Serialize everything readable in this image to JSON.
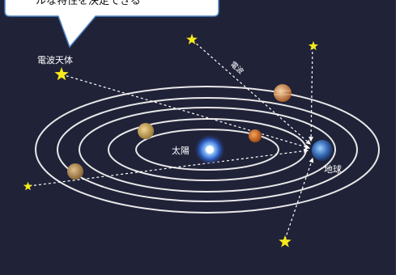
{
  "callout": {
    "text": "ルな特性を決定できる"
  },
  "labels": {
    "source": "電波天体",
    "radio": "電波",
    "sun": "太陽",
    "earth": "地球"
  },
  "colors": {
    "background": "#202238",
    "orbit": "#e8e8e8",
    "star": "#f7ea1c",
    "callout_fill": "#ffffff",
    "callout_stroke": "#4f86c6",
    "label": "#ffffff"
  },
  "icons": {
    "star": "star-icon",
    "sun": "sun-icon",
    "earth": "earth-icon",
    "planet": "planet-icon"
  }
}
